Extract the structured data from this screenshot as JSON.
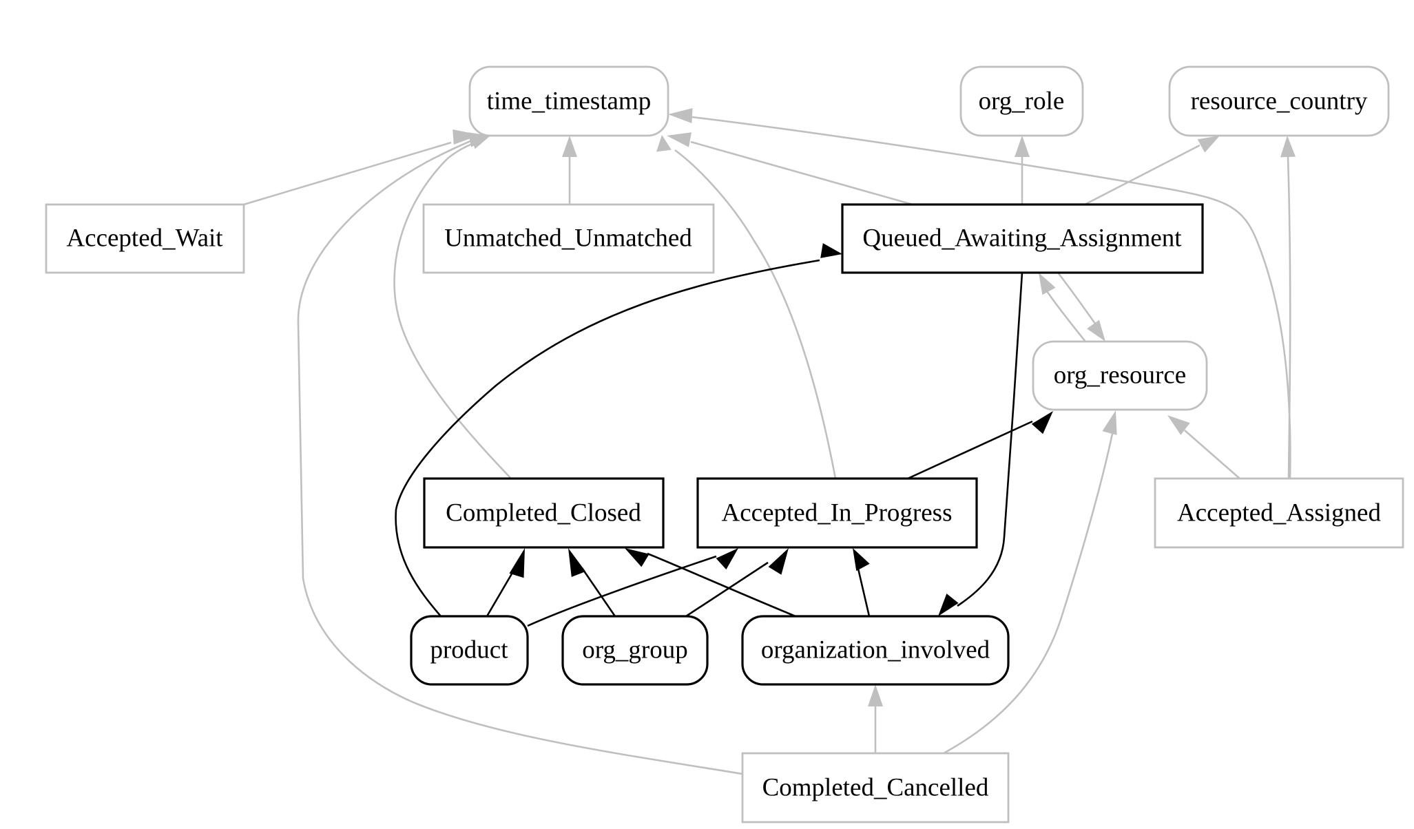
{
  "colors": {
    "primary": "#000000",
    "secondary": "#bfbfbf",
    "background": "#ffffff"
  },
  "nodes": {
    "time_timestamp": {
      "label": "time_timestamp",
      "shape": "rounded",
      "style": "secondary"
    },
    "org_role": {
      "label": "org_role",
      "shape": "rounded",
      "style": "secondary"
    },
    "resource_country": {
      "label": "resource_country",
      "shape": "rounded",
      "style": "secondary"
    },
    "accepted_wait": {
      "label": "Accepted_Wait",
      "shape": "box",
      "style": "secondary"
    },
    "unmatched_unmatched": {
      "label": "Unmatched_Unmatched",
      "shape": "box",
      "style": "secondary"
    },
    "queued_awaiting_assignment": {
      "label": "Queued_Awaiting_Assignment",
      "shape": "box",
      "style": "primary"
    },
    "org_resource": {
      "label": "org_resource",
      "shape": "rounded",
      "style": "secondary"
    },
    "completed_closed": {
      "label": "Completed_Closed",
      "shape": "box",
      "style": "primary"
    },
    "accepted_in_progress": {
      "label": "Accepted_In_Progress",
      "shape": "box",
      "style": "primary"
    },
    "accepted_assigned": {
      "label": "Accepted_Assigned",
      "shape": "box",
      "style": "secondary"
    },
    "product": {
      "label": "product",
      "shape": "rounded",
      "style": "primary"
    },
    "org_group": {
      "label": "org_group",
      "shape": "rounded",
      "style": "primary"
    },
    "organization_involved": {
      "label": "organization_involved",
      "shape": "rounded",
      "style": "primary"
    },
    "completed_cancelled": {
      "label": "Completed_Cancelled",
      "shape": "box",
      "style": "secondary"
    }
  },
  "edges": [
    {
      "from": "accepted_wait",
      "to": "time_timestamp",
      "style": "secondary"
    },
    {
      "from": "unmatched_unmatched",
      "to": "time_timestamp",
      "style": "secondary"
    },
    {
      "from": "completed_closed",
      "to": "time_timestamp",
      "style": "secondary"
    },
    {
      "from": "completed_cancelled",
      "to": "time_timestamp",
      "style": "secondary"
    },
    {
      "from": "accepted_in_progress",
      "to": "time_timestamp",
      "style": "secondary"
    },
    {
      "from": "queued_awaiting_assignment",
      "to": "time_timestamp",
      "style": "secondary"
    },
    {
      "from": "accepted_assigned",
      "to": "time_timestamp",
      "style": "secondary"
    },
    {
      "from": "queued_awaiting_assignment",
      "to": "org_role",
      "style": "secondary"
    },
    {
      "from": "queued_awaiting_assignment",
      "to": "resource_country",
      "style": "secondary"
    },
    {
      "from": "accepted_assigned",
      "to": "resource_country",
      "style": "secondary"
    },
    {
      "from": "org_resource",
      "to": "queued_awaiting_assignment",
      "style": "secondary"
    },
    {
      "from": "queued_awaiting_assignment",
      "to": "org_resource",
      "style": "secondary"
    },
    {
      "from": "accepted_assigned",
      "to": "org_resource",
      "style": "secondary"
    },
    {
      "from": "completed_cancelled",
      "to": "org_resource",
      "style": "secondary"
    },
    {
      "from": "completed_cancelled",
      "to": "organization_involved",
      "style": "secondary"
    },
    {
      "from": "product",
      "to": "queued_awaiting_assignment",
      "style": "primary"
    },
    {
      "from": "queued_awaiting_assignment",
      "to": "organization_involved",
      "style": "primary"
    },
    {
      "from": "accepted_in_progress",
      "to": "org_resource",
      "style": "primary"
    },
    {
      "from": "product",
      "to": "completed_closed",
      "style": "primary"
    },
    {
      "from": "product",
      "to": "accepted_in_progress",
      "style": "primary"
    },
    {
      "from": "org_group",
      "to": "completed_closed",
      "style": "primary"
    },
    {
      "from": "org_group",
      "to": "accepted_in_progress",
      "style": "primary"
    },
    {
      "from": "organization_involved",
      "to": "completed_closed",
      "style": "primary"
    },
    {
      "from": "organization_involved",
      "to": "accepted_in_progress",
      "style": "primary"
    }
  ]
}
